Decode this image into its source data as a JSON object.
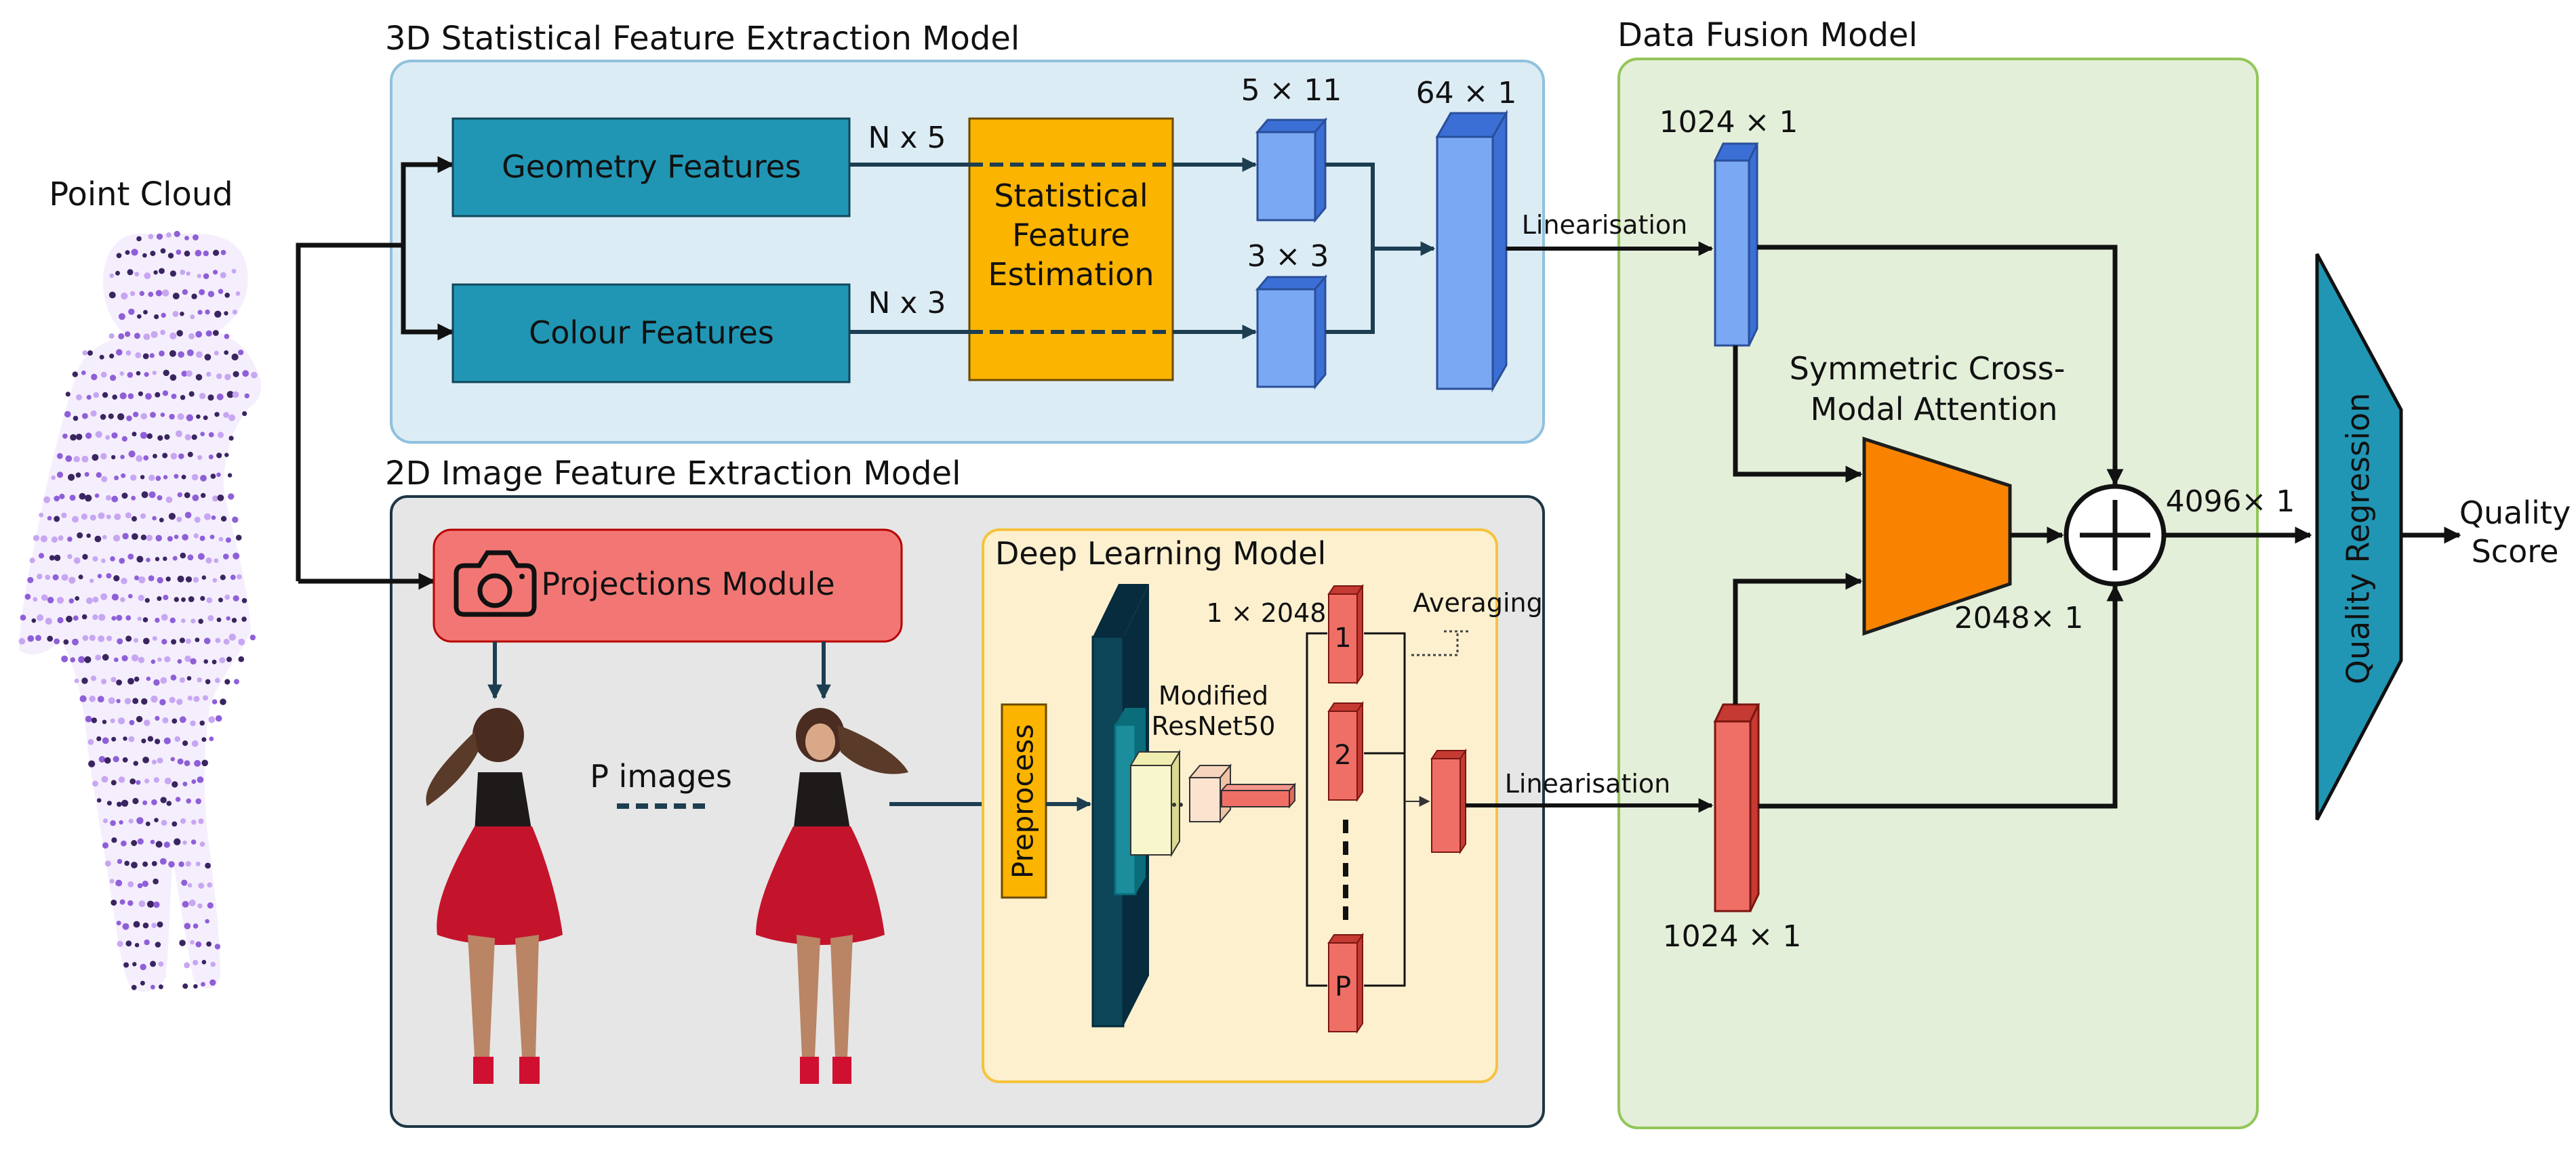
{
  "panels": {
    "stat_title": "3D Statistical Feature Extraction Model",
    "image_title": "2D Image Feature Extraction Model",
    "fusion_title": "Data Fusion Model"
  },
  "input": {
    "label": "Point Cloud"
  },
  "stat": {
    "geometry_label": "Geometry Features",
    "colour_label": "Colour Features",
    "estimation_lines": [
      "Statistical",
      "Feature",
      "Estimation"
    ],
    "n5_label": "N x 5",
    "n3_label": "N x 3",
    "dim_5x11": "5 × 11",
    "dim_3x3": "3 × 3",
    "dim_64x1": "64 × 1"
  },
  "image": {
    "projections_label": "Projections Module",
    "p_images_label": "P images",
    "deep_title": "Deep Learning Model",
    "preprocess_label": "Preprocess",
    "modified_lines": [
      "Modified",
      "ResNet50"
    ],
    "dim_1x2048": "1 × 2048",
    "averaging_label": "Averaging",
    "bar_labels": [
      "1",
      "2",
      "P"
    ]
  },
  "fusion": {
    "linearisation_top": "Linearisation",
    "linearisation_bottom": "Linearisation",
    "dim_1024_top": "1024 × 1",
    "dim_1024_bottom": "1024 × 1",
    "attention_lines": [
      "Symmetric Cross-",
      "Modal Attention"
    ],
    "dim_2048": "2048× 1",
    "dim_4096": "4096× 1",
    "regression_label": "Quality Regression",
    "output_lines": [
      "Quality",
      "Score"
    ]
  },
  "colors": {
    "stat_panel_fill": "#dcecf5",
    "stat_panel_stroke": "#8fc1dd",
    "image_panel_fill": "#e6e6e6",
    "image_panel_stroke": "#1e3646",
    "fusion_panel_fill": "#e4efd9",
    "fusion_panel_stroke": "#93c65a",
    "feature_box": "#2196b4",
    "estimation_box": "#fbb400",
    "projections_box": "#f27774",
    "deep_panel_fill": "#fdf0cf",
    "deep_panel_stroke": "#f6c33d",
    "blue_block": "#7aa8f2",
    "red_block": "#ef6f67",
    "attention_fill": "#f98300",
    "regression_fill": "#2196b4",
    "resnet_dark": "#0d4659",
    "resnet_teal": "#1b8d9c",
    "arrow": "#1d3e51"
  }
}
